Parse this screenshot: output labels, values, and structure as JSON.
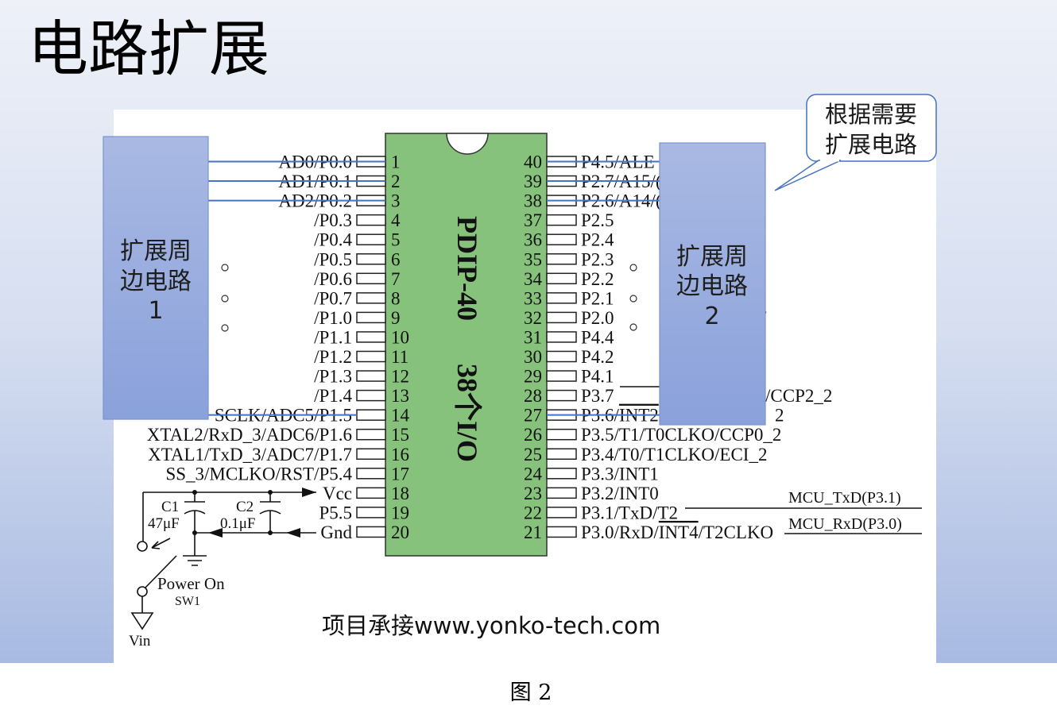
{
  "slide": {
    "title": "电路扩展",
    "caption": "图 2",
    "watermark": "项目承接www.yonko-tech.com",
    "callout": {
      "line1": "根据需要",
      "line2": "扩展电路"
    }
  },
  "chip": {
    "package": "PDIP-40",
    "io_count": "38个I/O",
    "left_pins": [
      {
        "num": "1",
        "label": "AD0/P0.0"
      },
      {
        "num": "2",
        "label": "AD1/P0.1"
      },
      {
        "num": "3",
        "label": "AD2/P0.2"
      },
      {
        "num": "4",
        "label": "/P0.3"
      },
      {
        "num": "5",
        "label": "/P0.4"
      },
      {
        "num": "6",
        "label": "/P0.5"
      },
      {
        "num": "7",
        "label": "/P0.6"
      },
      {
        "num": "8",
        "label": "/P0.7"
      },
      {
        "num": "9",
        "label": "/P1.0"
      },
      {
        "num": "10",
        "label": "/P1.1"
      },
      {
        "num": "11",
        "label": "/P1.2"
      },
      {
        "num": "12",
        "label": "/P1.3"
      },
      {
        "num": "13",
        "label": "/P1.4"
      },
      {
        "num": "14",
        "label": "SCLK/ADC5/P1.5"
      },
      {
        "num": "15",
        "label": "XTAL2/RxD_3/ADC6/P1.6"
      },
      {
        "num": "16",
        "label": "XTAL1/TxD_3/ADC7/P1.7"
      },
      {
        "num": "17",
        "label": "SS_3/MCLKO/RST/P5.4"
      },
      {
        "num": "18",
        "label": "Vcc"
      },
      {
        "num": "19",
        "label": "P5.5"
      },
      {
        "num": "20",
        "label": "Gnd"
      }
    ],
    "right_pins": [
      {
        "num": "40",
        "label": "P4.5/ALE"
      },
      {
        "num": "39",
        "label": "P2.7/A15/("
      },
      {
        "num": "38",
        "label": "P2.6/A14/("
      },
      {
        "num": "37",
        "label": "P2.5"
      },
      {
        "num": "36",
        "label": "P2.4"
      },
      {
        "num": "35",
        "label": "P2.3"
      },
      {
        "num": "34",
        "label": "P2.2"
      },
      {
        "num": "33",
        "label": "P2.1"
      },
      {
        "num": "32",
        "label": "P2.0",
        "tail": "/"
      },
      {
        "num": "31",
        "label": "P4.4"
      },
      {
        "num": "30",
        "label": "P4.2"
      },
      {
        "num": "29",
        "label": "P4.1"
      },
      {
        "num": "28",
        "label": "P3.7",
        "tail": "/CCP2_2"
      },
      {
        "num": "27",
        "label": "P3.6/",
        "over": "INT2",
        "tail": "2"
      },
      {
        "num": "26",
        "label": "P3.5/T1/T0CLKO/CCP0_2"
      },
      {
        "num": "25",
        "label": "P3.4/T0/T1CLKO/ECI_2"
      },
      {
        "num": "24",
        "label": "P3.3/INT1"
      },
      {
        "num": "23",
        "label": "P3.2/INT0"
      },
      {
        "num": "22",
        "label": "P3.1/TxD/T2"
      },
      {
        "num": "21",
        "label": "P3.0/RxD/",
        "over": "INT4",
        "rest": "/T2CLKO"
      }
    ]
  },
  "expansion_boxes": [
    {
      "line1": "扩展周",
      "line2": "边电路",
      "line3": "1"
    },
    {
      "line1": "扩展周",
      "line2": "边电路",
      "line3": "2"
    }
  ],
  "power_circuit": {
    "c1_label": "C1",
    "c1_value": "47μF",
    "c2_label": "C2",
    "c2_value": "0.1μF",
    "switch_label": "Power On",
    "switch_ref": "SW1",
    "input_label": "Vin"
  },
  "uart": {
    "txd_label": "MCU_TxD(P3.1)",
    "rxd_label": "MCU_RxD(P3.0)"
  },
  "colors": {
    "slide_top": "#eef1f8",
    "slide_mid": "#d6def0",
    "slide_bottom": "#a8bae2",
    "chip_fill": "#86c27b",
    "box_top": "#a9b9e3",
    "box_bottom": "#8aa1da",
    "wire": "#4472c4",
    "callout_border": "#4472c4"
  }
}
